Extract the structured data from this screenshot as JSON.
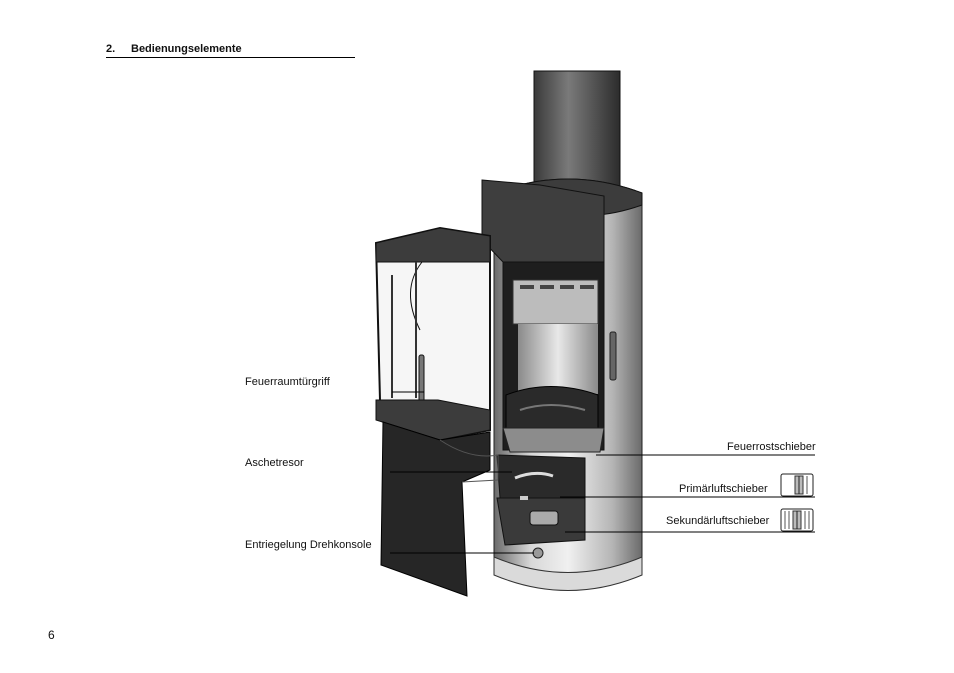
{
  "section": {
    "number": "2.",
    "title": "Bedienungselemente"
  },
  "labels": {
    "door_handle": "Feuerraumtürgriff",
    "ash_box": "Aschetresor",
    "swivel_release": "Entriegelung Drehkonsole",
    "grate_slider": "Feuerrostschieber",
    "primary_air": "Primärluftschieber",
    "secondary_air": "Sekundärluftschieber"
  },
  "page_number": "6"
}
